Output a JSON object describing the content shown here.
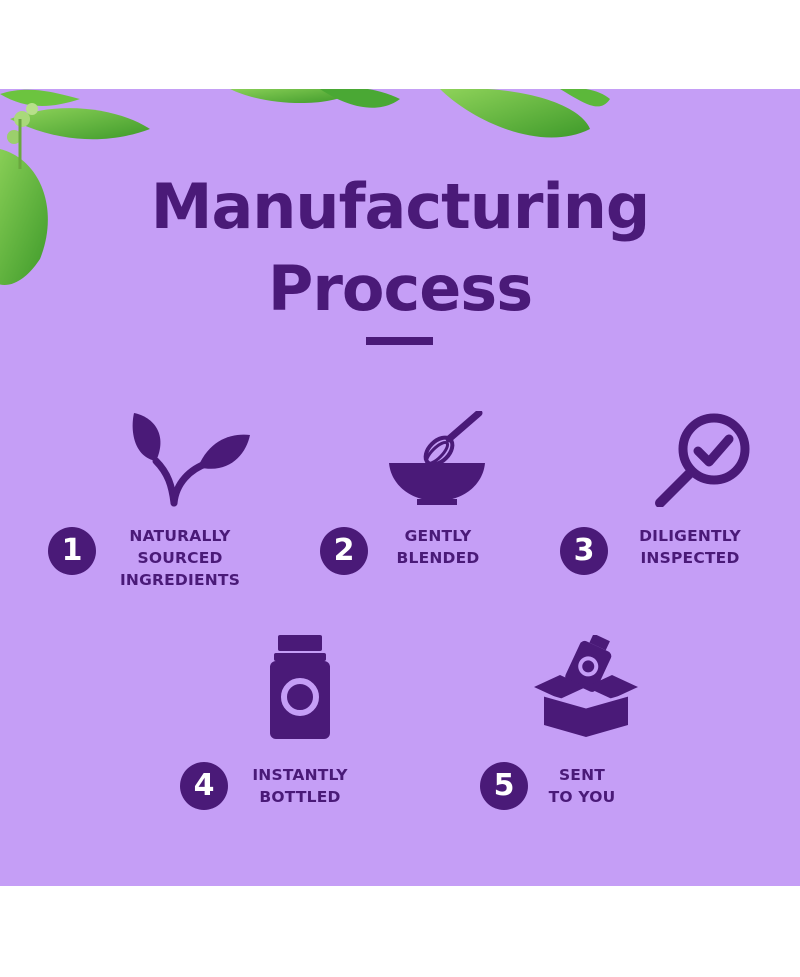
{
  "title": {
    "line1": "Manufacturing",
    "line2": "Process"
  },
  "colors": {
    "background": "#c59ef6",
    "accent": "#4a1a78",
    "leaf": "#5fb83a"
  },
  "steps": [
    {
      "number": "1",
      "icon": "plant-sprout-icon",
      "lines": [
        "NATURALLY",
        "SOURCED",
        "INGREDIENTS"
      ]
    },
    {
      "number": "2",
      "icon": "whisk-bowl-icon",
      "lines": [
        "GENTLY",
        "BLENDED"
      ]
    },
    {
      "number": "3",
      "icon": "magnifier-check-icon",
      "lines": [
        "DILIGENTLY",
        "INSPECTED"
      ]
    },
    {
      "number": "4",
      "icon": "bottle-icon",
      "lines": [
        "INSTANTLY",
        "BOTTLED"
      ]
    },
    {
      "number": "5",
      "icon": "box-delivery-icon",
      "lines": [
        "SENT",
        "TO YOU"
      ]
    }
  ]
}
